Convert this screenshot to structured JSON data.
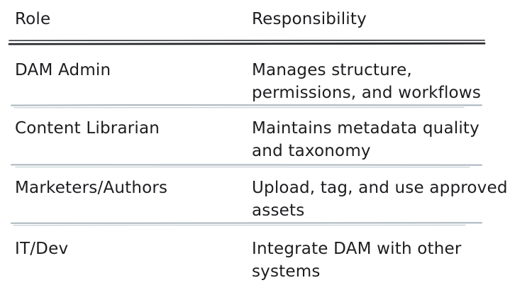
{
  "table": {
    "headers": {
      "role": "Role",
      "responsibility": "Responsibility"
    },
    "rows": [
      {
        "role": "DAM Admin",
        "responsibility": "Manages structure, permissions, and workflows",
        "responsibility_lines": [
          "Manages structure,",
          "permissions, and workflows"
        ]
      },
      {
        "role": "Content Librarian",
        "responsibility": "Maintains metadata quality and taxonomy",
        "responsibility_lines": [
          "Maintains metadata quality",
          "and taxonomy"
        ]
      },
      {
        "role": "Marketers/Authors",
        "responsibility": "Upload, tag, and use approved assets",
        "responsibility_lines": [
          "Upload, tag, and use approved",
          "assets"
        ]
      },
      {
        "role": "IT/Dev",
        "responsibility": "Integrate DAM with other systems",
        "responsibility_lines": [
          "Integrate DAM with other",
          "systems"
        ]
      }
    ],
    "colors": {
      "text": "#1d1d20",
      "header_line_dark": "#26272b",
      "header_line_shade": "#55585e",
      "row_line": "#aab5bd",
      "row_line_light": "#ccd4d9",
      "background": "#ffffff"
    }
  }
}
